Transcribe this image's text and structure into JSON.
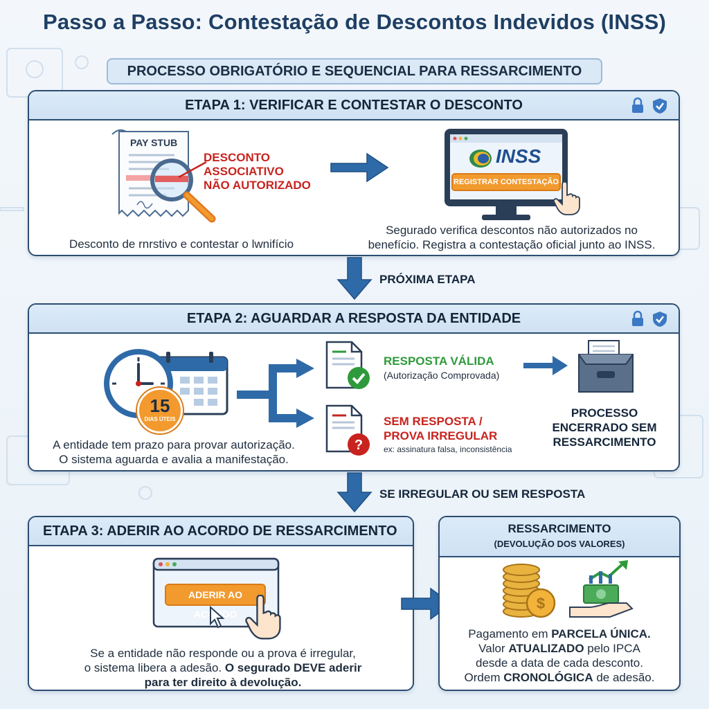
{
  "title": "Passo a Passo: Contestação de Descontos Indevidos (INSS)",
  "subtitle": "PROCESSO OBRIGATÓRIO E SEQUENCIAL PARA RESSARCIMENTO",
  "step1": {
    "title": "ETAPA 1: VERIFICAR E CONTESTAR O DESCONTO",
    "paystub_label": "PAY STUB",
    "discount_label_line1": "DESCONTO",
    "discount_label_line2": "ASSOCIATIVO",
    "discount_label_line3": "NÃO AUTORIZADO",
    "left_caption": "Desconto de rnrstivo e contestar o lwnifício",
    "inss_logo": "INSS",
    "register_button": "REGISTRAR CONTESTAÇÃO",
    "right_caption_line1": "Segurado verifica descontos não autorizados no",
    "right_caption_line2": "benefício. Registra a contestação oficial junto ao INSS."
  },
  "connector1": "PRÓXIMA ETAPA",
  "step2": {
    "title": "ETAPA 2: AGUARDAR A RESPOSTA DA ENTIDADE",
    "days_number": "15",
    "days_label": "DIAS ÚTEIS",
    "caption_line1": "A entidade tem prazo para provar autorização.",
    "caption_line2": "O sistema aguarda e avalia a manifestação.",
    "valid_title": "RESPOSTA VÁLIDA",
    "valid_sub": "(Autorização Comprovada)",
    "invalid_title_line1": "SEM RESPOSTA /",
    "invalid_title_line2": "PROVA IRREGULAR",
    "invalid_sub": "ex: assinatura falsa, inconsistência",
    "closed_line1": "PROCESSO",
    "closed_line2": "ENCERRADO SEM",
    "closed_line3": "RESSARCIMENTO"
  },
  "connector2": "SE IRREGULAR OU SEM RESPOSTA",
  "step3": {
    "title": "ETAPA 3: ADERIR AO ACORDO DE RESSARCIMENTO",
    "button": "ADERIR AO ACORDO",
    "caption_line1": "Se a entidade não responde ou a prova é irregular,",
    "caption_line2_plain": "o sistema libera a adesão. ",
    "caption_line2_bold": "O segurado DEVE aderir",
    "caption_line3_bold": "para ter direito à devolução."
  },
  "refund": {
    "title": "RESSARCIMENTO",
    "subtitle": "(DEVOLUÇÃO DOS VALORES)",
    "line1_plain": "Pagamento em ",
    "line1_bold": "PARCELA ÚNICA.",
    "line2_plain_a": "Valor ",
    "line2_bold": "ATUALIZADO",
    "line2_plain_b": " pelo IPCA",
    "line3": "desde a data de cada desconto.",
    "line4_plain_a": "Ordem ",
    "line4_bold": "CRONOLÓGICA",
    "line4_plain_b": " de adesão."
  },
  "colors": {
    "navy": "#1f3f64",
    "arrow_blue": "#2f6aa8",
    "red": "#c8231e",
    "green": "#2e9a3b",
    "orange": "#f29a2e"
  }
}
